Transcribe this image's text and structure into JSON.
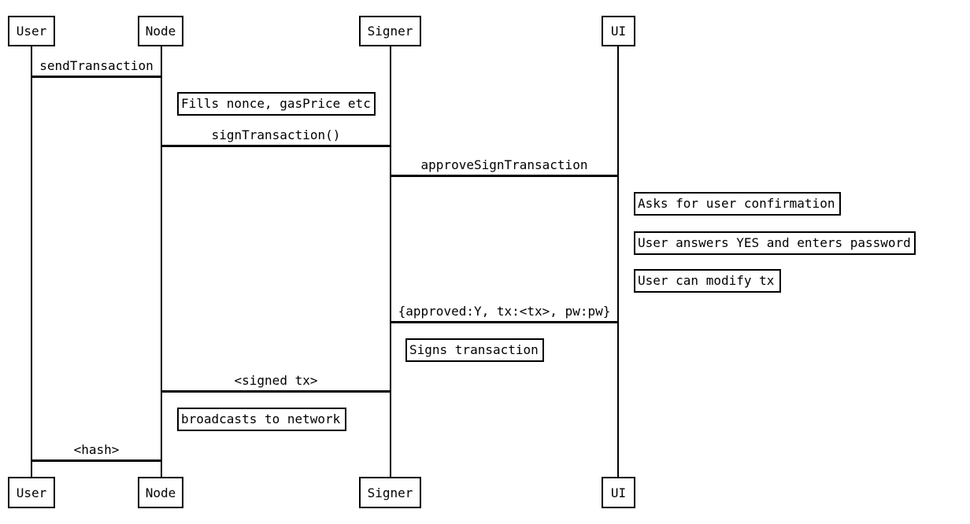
{
  "diagram": {
    "title": "Transaction signing sequence diagram",
    "background_color": "#ffffff",
    "line_color": "#000000",
    "text_color": "#000000"
  },
  "actors": [
    {
      "name": "User"
    },
    {
      "name": "Node"
    },
    {
      "name": "Signer"
    },
    {
      "name": "UI"
    }
  ],
  "messages": [
    {
      "from": "User",
      "to": "Node",
      "label": "sendTransaction"
    },
    {
      "from": "Node",
      "to": "Signer",
      "label": "signTransaction()"
    },
    {
      "from": "Signer",
      "to": "UI",
      "label": "approveSignTransaction"
    },
    {
      "from": "UI",
      "to": "Signer",
      "label": "{approved:Y, tx:<tx>, pw:pw}"
    },
    {
      "from": "Signer",
      "to": "Node",
      "label": "<signed tx>"
    },
    {
      "from": "Node",
      "to": "User",
      "label": "<hash>"
    }
  ],
  "notes": [
    {
      "actor": "Node",
      "text": "Fills nonce, gasPrice etc"
    },
    {
      "actor": "UI",
      "text": "Asks for user confirmation"
    },
    {
      "actor": "UI",
      "text": "User answers YES and enters password"
    },
    {
      "actor": "UI",
      "text": "User can modify tx"
    },
    {
      "actor": "Signer",
      "text": "Signs transaction"
    },
    {
      "actor": "Node",
      "text": "broadcasts to network"
    }
  ]
}
